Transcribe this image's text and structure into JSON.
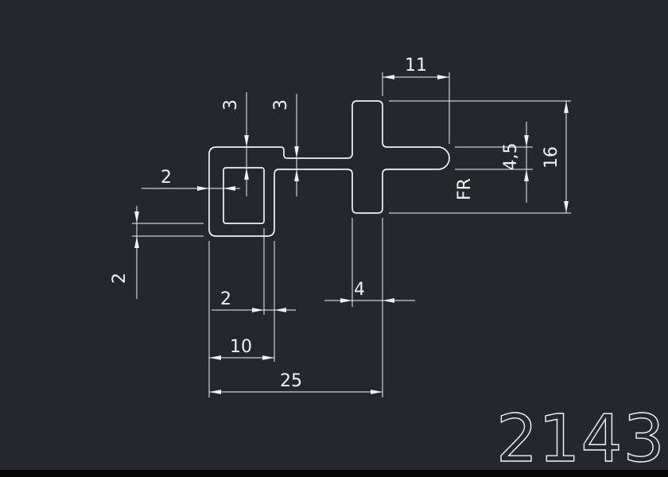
{
  "drawing": {
    "part_number": "2143",
    "background_color": "#24282c",
    "line_color": "#f0f2f3"
  },
  "dims": {
    "top_width": "11",
    "top_wall_thickness": "3",
    "web_thickness": "3",
    "left_wall_thickness": "2",
    "bottom_wall_thickness": "2",
    "inner_right_wall": "2",
    "rib_width": "4",
    "box_width": "10",
    "total_width": "25",
    "arm_thickness": "4,5",
    "total_height": "16",
    "radius_note": "FR"
  }
}
